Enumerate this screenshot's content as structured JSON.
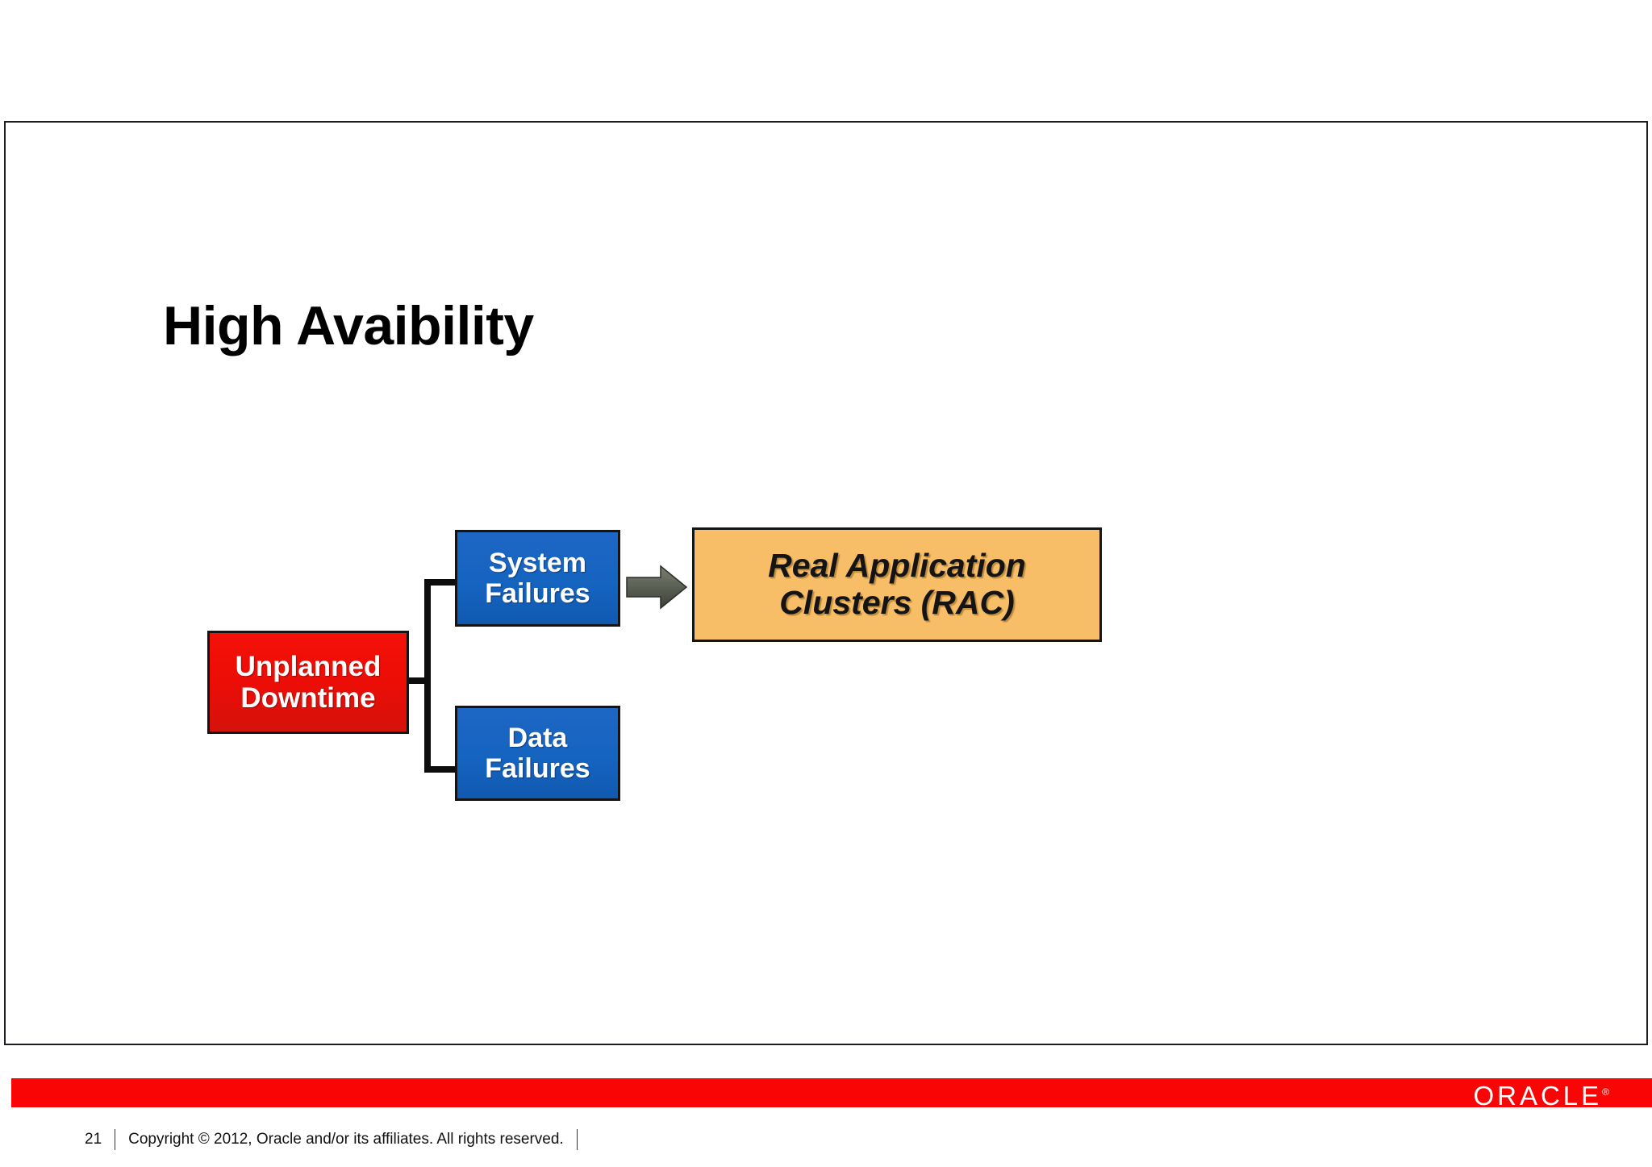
{
  "slide": {
    "title": "High Avaibility",
    "page_number": "21",
    "copyright": "Copyright © 2012, Oracle and/or its affiliates. All rights reserved.",
    "brand": "ORACLE",
    "brand_tm": "®"
  },
  "colors": {
    "brand_red": "#fa0505",
    "source_node_red": "#ec0d06",
    "category_node_blue": "#1464c0",
    "solution_node_orange": "#f7bd67",
    "connector_black": "#0d0d0d",
    "arrow_gray": "#5a5f54",
    "frame_border": "#1c1c22",
    "title_black": "#000000"
  },
  "diagram": {
    "source_node": {
      "id": "unplanned-downtime",
      "line1": "Unplanned",
      "line2": "Downtime"
    },
    "category_nodes": [
      {
        "id": "system-failures",
        "line1": "System",
        "line2": "Failures"
      },
      {
        "id": "data-failures",
        "line1": "Data",
        "line2": "Failures"
      }
    ],
    "solution_node": {
      "id": "rac",
      "line1": "Real Application",
      "line2": "Clusters (RAC)"
    },
    "arrow": {
      "from": "system-failures",
      "to": "rac",
      "direction": "right"
    }
  }
}
